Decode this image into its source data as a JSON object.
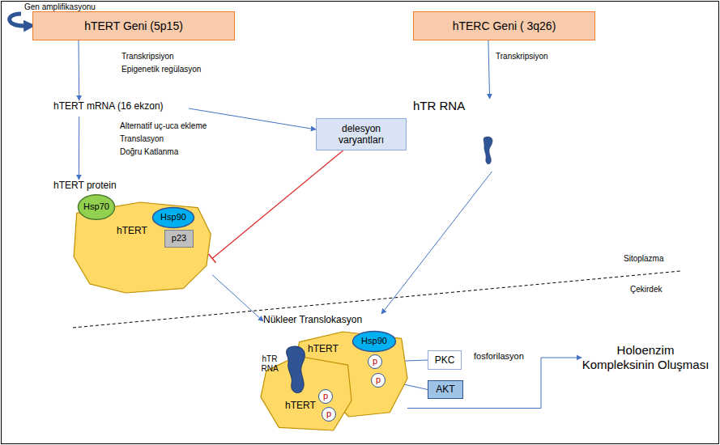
{
  "diagram": {
    "nodes": [
      {
        "text": [
          "hTERT Geni (5p15)"
        ]
      },
      {
        "text": [
          "hTERC Geni ( 3q26)"
        ]
      },
      {
        "text": [
          "hTERT mRNA (16 ekzon)"
        ]
      },
      {
        "text": [
          "hTR RNA"
        ]
      },
      {
        "text": [
          "delesyon varyantları"
        ]
      },
      {
        "text": [
          "hTERT protein"
        ]
      },
      {
        "text": [
          "hTERT"
        ]
      },
      {
        "text": [
          "Hsp70"
        ]
      },
      {
        "text": [
          "Hsp90"
        ]
      },
      {
        "text": [
          "p23"
        ]
      },
      {
        "text": [
          "Nükleer Translokasyon"
        ]
      },
      {
        "text": [
          "hTERT"
        ]
      },
      {
        "text": [
          "hTERT"
        ]
      },
      {
        "text": [
          "Hsp90"
        ]
      },
      {
        "text": [
          "p"
        ]
      },
      {
        "text": [
          "p"
        ]
      },
      {
        "text": [
          "p"
        ]
      },
      {
        "text": [
          "p"
        ]
      },
      {
        "text": [
          "PKC"
        ]
      },
      {
        "text": [
          "AKT"
        ]
      },
      {
        "text": [
          "Holoenzim Kompleksinin Oluşması"
        ]
      }
    ],
    "edges": [
      {
        "from": 0,
        "to": 2,
        "arrow": "to"
      },
      {
        "from": 1,
        "to": 3,
        "arrow": "to"
      },
      {
        "from": 2,
        "to": 5,
        "arrow": "to"
      },
      {
        "from": 2,
        "to": 4,
        "arrow": "to"
      },
      {
        "from": 4,
        "to": 6,
        "arrow": "to"
      },
      {
        "from": 6,
        "to": 10,
        "arrow": "to"
      },
      {
        "from": 3,
        "to": 10,
        "arrow": "to"
      },
      {
        "from": 18,
        "to": 14,
        "arrow": "to"
      },
      {
        "from": 19,
        "to": 15,
        "arrow": "to"
      },
      {
        "from": 11,
        "to": 20,
        "arrow": "to"
      }
    ],
    "labels": [
      "Gen amplifikasyonu",
      "Transkripsiyon",
      "Epigenetik regülasyon",
      "Alternatif uç-uca ekleme",
      "Translasyon",
      "Doğru Katlanma",
      "Transkripsiyon",
      "Sitoplazma",
      "Çekirdek",
      "hTR RNA",
      "fosforilasyon"
    ]
  }
}
